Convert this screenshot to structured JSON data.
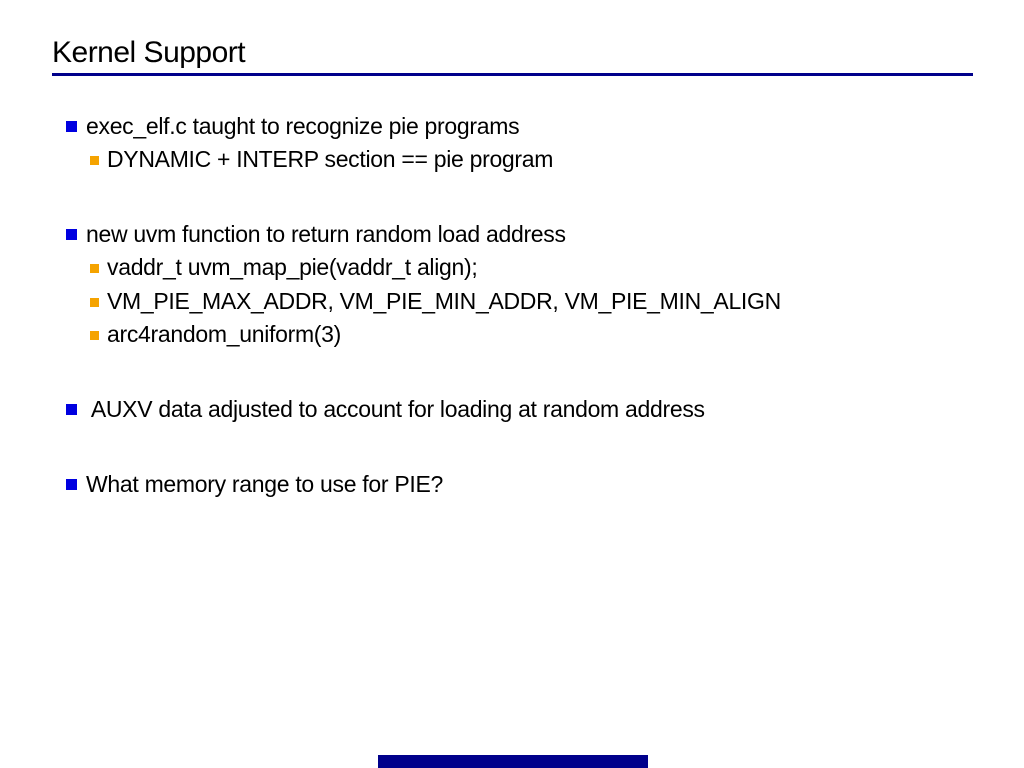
{
  "slide": {
    "title": "Kernel Support",
    "bullets": [
      {
        "level": 1,
        "text": "exec_elf.c taught to recognize pie programs"
      },
      {
        "level": 2,
        "text": "DYNAMIC + INTERP section == pie program"
      },
      {
        "level": 1,
        "text": "new uvm function to return random load address"
      },
      {
        "level": 2,
        "text": "vaddr_t uvm_map_pie(vaddr_t align);"
      },
      {
        "level": 2,
        "text": "VM_PIE_MAX_ADDR, VM_PIE_MIN_ADDR, VM_PIE_MIN_ALIGN"
      },
      {
        "level": 2,
        "text": "arc4random_uniform(3)"
      },
      {
        "level": 1,
        "text": " AUXV data adjusted to account for loading at random address"
      },
      {
        "level": 1,
        "text": "What memory range to use for PIE?"
      }
    ],
    "colors": {
      "background": "#FFFFFF",
      "text": "#000000",
      "title_underline": "#00008B",
      "bullet_level1": "#0000E0",
      "bullet_level2": "#F5A300",
      "progress_bar": "#00008B"
    }
  }
}
